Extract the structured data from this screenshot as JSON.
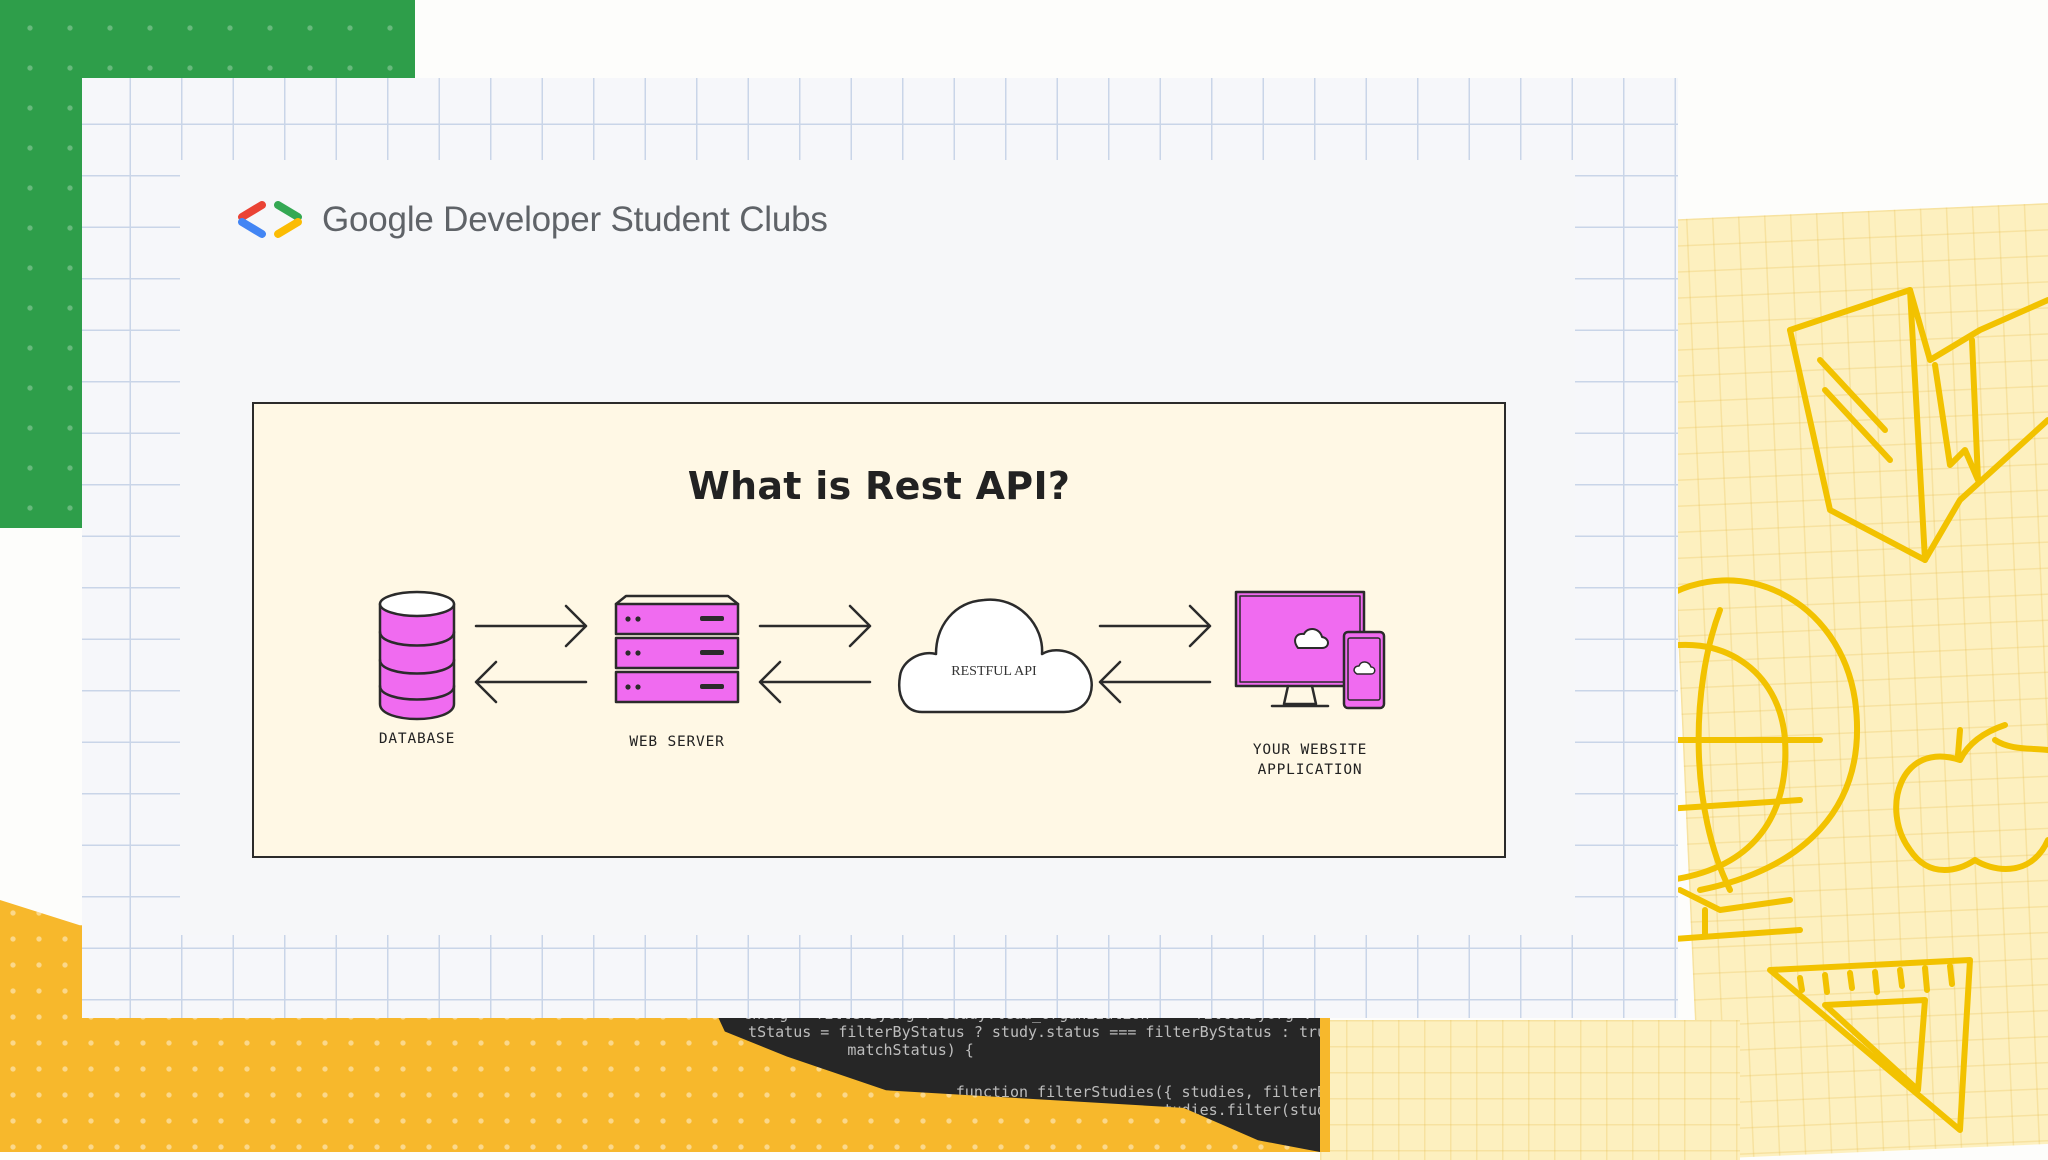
{
  "brand": {
    "name": "Google Developer Student Clubs",
    "logo_colors": [
      "#ea4335",
      "#4285f4",
      "#34a853",
      "#fbbc04"
    ]
  },
  "diagram": {
    "title": "What is Rest API?",
    "nodes": [
      {
        "id": "database",
        "label": "DATABASE",
        "icon": "database-icon"
      },
      {
        "id": "web-server",
        "label": "WEB SERVER",
        "icon": "server-icon"
      },
      {
        "id": "restful-api",
        "label": "RESTFUL API",
        "icon": "cloud-icon"
      },
      {
        "id": "app",
        "label_line1": "YOUR WEBSITE",
        "label_line2": "APPLICATION",
        "icon": "devices-icon"
      }
    ],
    "connections": [
      {
        "from": "database",
        "to": "web-server",
        "direction": "bidirectional"
      },
      {
        "from": "web-server",
        "to": "restful-api",
        "direction": "bidirectional"
      },
      {
        "from": "restful-api",
        "to": "app",
        "direction": "bidirectional"
      }
    ],
    "accent_color": "#f06bf0"
  },
  "code_snippet": {
    "line1": "  chOrg = filterByOrg ? study.lead_organization === filterByOrg : t",
    "line2": "  tStatus = filterByStatus ? study.status === filterByStatus : tru",
    "line3": "             matchStatus) {",
    "line4": "                         function filterStudies({ studies, filterByOrg",
    "line5": "                                               studies.filter(study"
  },
  "decor": {
    "green": "#2e9e4a",
    "yellow": "#f7b82c",
    "paper": "#fdf0bf",
    "grid_line": "#c9d5e8",
    "doodle_icons": [
      "book-doodle-icon",
      "globe-doodle-icon",
      "apple-doodle-icon",
      "ruler-doodle-icon"
    ]
  }
}
